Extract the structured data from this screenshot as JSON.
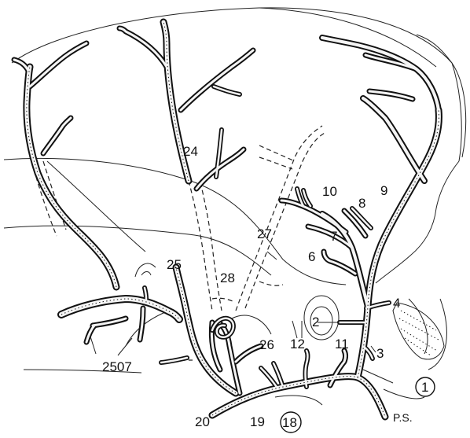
{
  "labels": {
    "l1": "1",
    "l2": "2",
    "l3": "3",
    "l4": "4",
    "l6": "6",
    "l7": "7",
    "l8": "8",
    "l9": "9",
    "l10": "10",
    "l11": "11",
    "l12": "12",
    "l18": "18",
    "l19": "19",
    "l20": "20",
    "l24": "24",
    "l25": "25",
    "l26": "26",
    "l27": "27",
    "l28": "28",
    "l2507": "2507",
    "ps": "P.S."
  }
}
